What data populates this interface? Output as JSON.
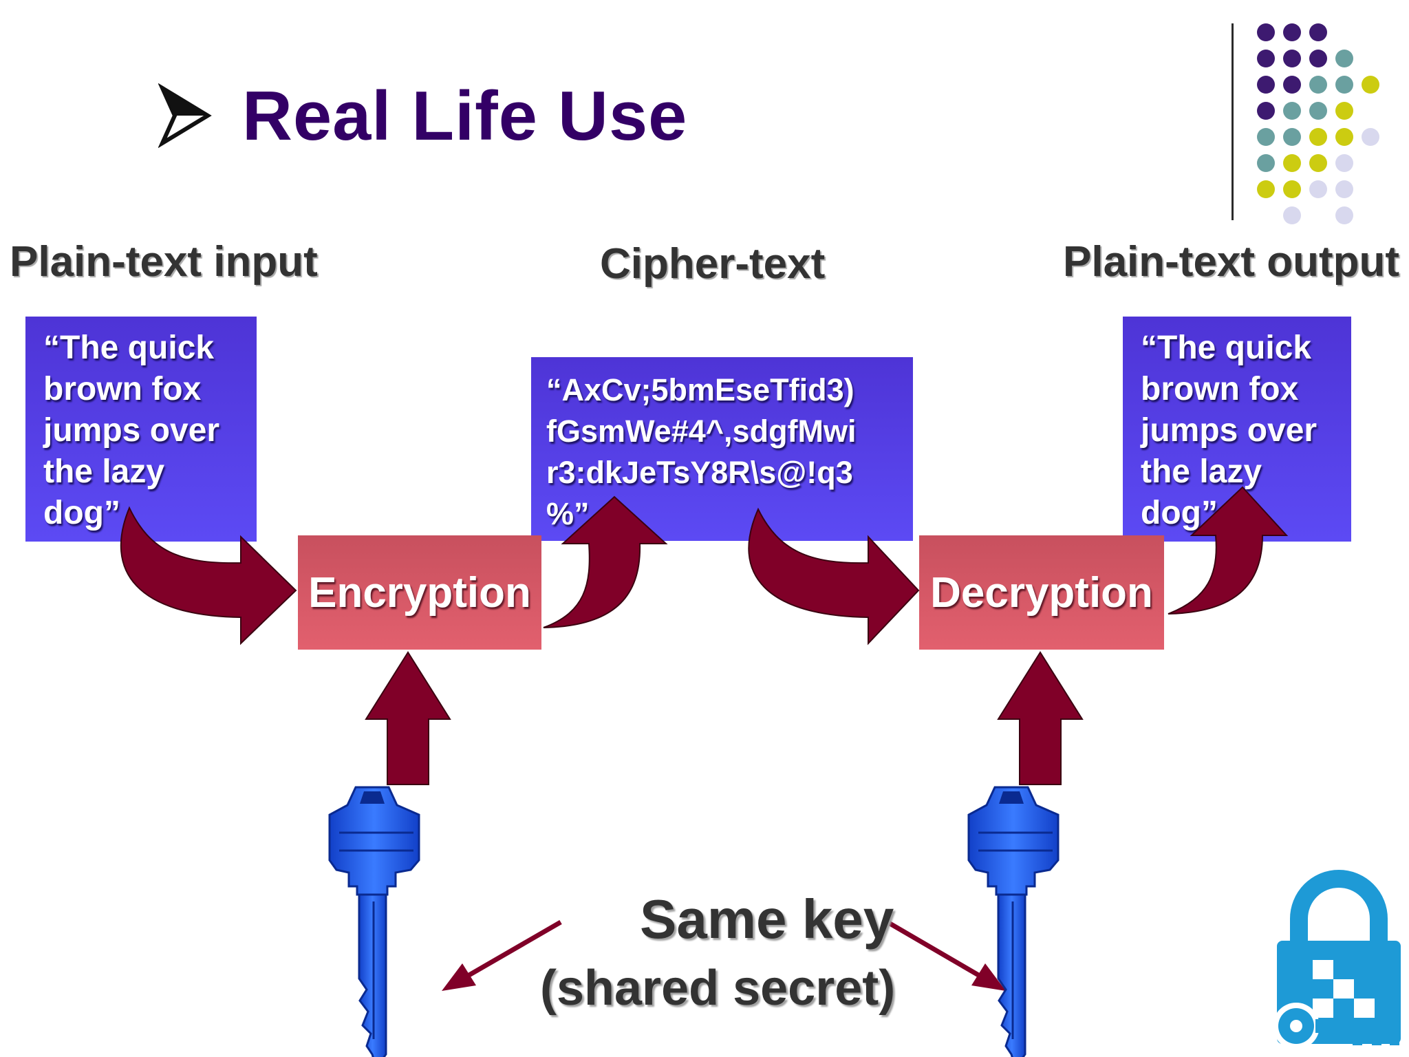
{
  "slide": {
    "title": "Real Life Use",
    "bullet_icon": "arrowhead-bullet-icon"
  },
  "stages": {
    "input_label": "Plain-text input",
    "cipher_label": "Cipher-text",
    "output_label": "Plain-text output"
  },
  "boxes": {
    "input_text": "“The quick\nbrown fox\njumps over\nthe lazy\ndog”",
    "cipher_text": "“AxCv;5bmEseTfid3)\nfGsmWe#4^,sdgfMwi\nr3:dkJeTsY8R\\s@!q3\n%”",
    "output_text": "“The quick\nbrown fox\njumps over\nthe lazy\ndog”"
  },
  "processes": {
    "encryption": "Encryption",
    "decryption": "Decryption"
  },
  "key": {
    "label": "Same key",
    "sublabel": "(shared secret)",
    "icon": "key-icon"
  },
  "corner_icon": "padlock-key-icon",
  "colors": {
    "title": "#330066",
    "text_box": "#5544ee",
    "process_box": "#d95a68",
    "arrow": "#800028",
    "key": "#1f5ff0",
    "lock": "#1e9ad6",
    "dot_purple": "#3d1a70",
    "dot_teal": "#6aa0a0",
    "dot_yellow": "#cccc11",
    "dot_lavender": "#d8d8ee"
  }
}
